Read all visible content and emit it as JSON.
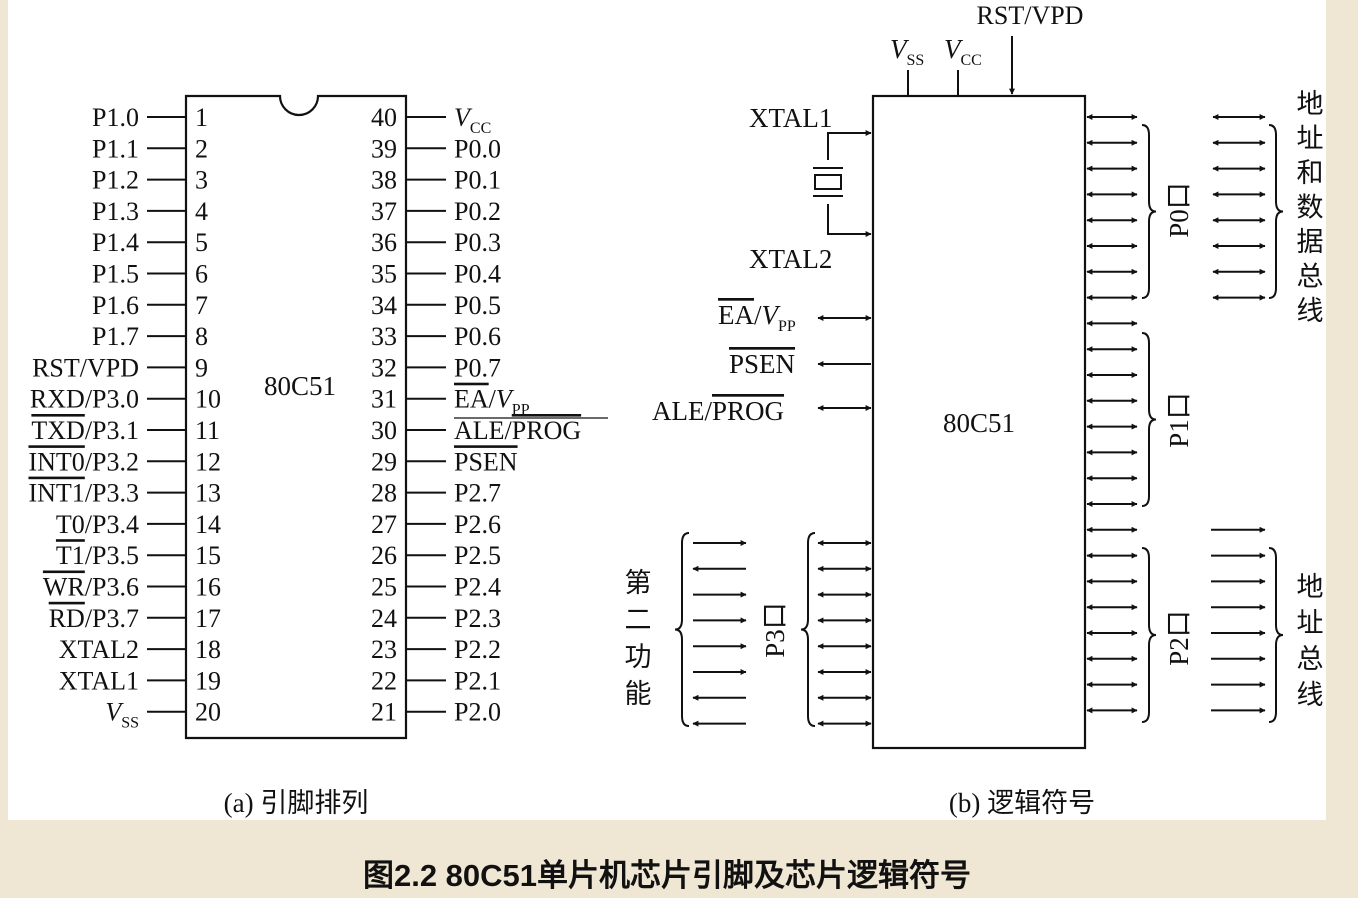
{
  "figure": {
    "title": "图2.2  80C51单片机芯片引脚及芯片逻辑符号",
    "caption_a": "(a) 引脚排列",
    "caption_b": "(b) 逻辑符号"
  },
  "pinout": {
    "chip_label": "80C51",
    "left_pins": [
      {
        "num": "1",
        "name": "P1.0"
      },
      {
        "num": "2",
        "name": "P1.1"
      },
      {
        "num": "3",
        "name": "P1.2"
      },
      {
        "num": "4",
        "name": "P1.3"
      },
      {
        "num": "5",
        "name": "P1.4"
      },
      {
        "num": "6",
        "name": "P1.5"
      },
      {
        "num": "7",
        "name": "P1.6"
      },
      {
        "num": "8",
        "name": "P1.7"
      },
      {
        "num": "9",
        "name": "RST/VPD"
      },
      {
        "num": "10",
        "name": "RXD/P3.0"
      },
      {
        "num": "11",
        "name": "TXD/P3.1",
        "overline": "TXD",
        "rest": "/P3.1"
      },
      {
        "num": "12",
        "name": "INT0/P3.2",
        "overline": "INT0",
        "rest": "/P3.2"
      },
      {
        "num": "13",
        "name": "INT1/P3.3",
        "overline": "INT1",
        "rest": "/P3.3"
      },
      {
        "num": "14",
        "name": "T0/P3.4"
      },
      {
        "num": "15",
        "name": "T1/P3.5",
        "overline": "T1",
        "rest": "/P3.5"
      },
      {
        "num": "16",
        "name": "WR/P3.6",
        "overline": "WR",
        "rest": "/P3.6"
      },
      {
        "num": "17",
        "name": "RD/P3.7",
        "overline": "RD",
        "rest": "/P3.7"
      },
      {
        "num": "18",
        "name": "XTAL2"
      },
      {
        "num": "19",
        "name": "XTAL1"
      },
      {
        "num": "20",
        "name": "Vss",
        "italic": "V",
        "sub": "SS"
      }
    ],
    "right_pins": [
      {
        "num": "40",
        "name": "Vcc",
        "italic": "V",
        "sub": "CC"
      },
      {
        "num": "39",
        "name": "P0.0"
      },
      {
        "num": "38",
        "name": "P0.1"
      },
      {
        "num": "37",
        "name": "P0.2"
      },
      {
        "num": "36",
        "name": "P0.3"
      },
      {
        "num": "35",
        "name": "P0.4"
      },
      {
        "num": "34",
        "name": "P0.5"
      },
      {
        "num": "33",
        "name": "P0.6"
      },
      {
        "num": "32",
        "name": "P0.7"
      },
      {
        "num": "31",
        "name": "EA/Vpp",
        "overline": "EA",
        "rest": "/",
        "italic": "V",
        "sub": "PP"
      },
      {
        "num": "30",
        "name": "ALE/PROG",
        "plain": "ALE/",
        "overline": "PROG"
      },
      {
        "num": "29",
        "name": "PSEN",
        "overline": "PSEN"
      },
      {
        "num": "28",
        "name": "P2.7"
      },
      {
        "num": "27",
        "name": "P2.6"
      },
      {
        "num": "26",
        "name": "P2.5"
      },
      {
        "num": "25",
        "name": "P2.4"
      },
      {
        "num": "24",
        "name": "P2.3"
      },
      {
        "num": "23",
        "name": "P2.2"
      },
      {
        "num": "22",
        "name": "P2.1"
      },
      {
        "num": "21",
        "name": "P2.0"
      }
    ]
  },
  "logic": {
    "chip_label": "80C51",
    "rst": "RST/VPD",
    "vss": {
      "italic": "V",
      "sub": "SS"
    },
    "vcc": {
      "italic": "V",
      "sub": "CC"
    },
    "xtal1": "XTAL1",
    "xtal2": "XTAL2",
    "ea": {
      "overline": "EA",
      "rest": "/",
      "italic": "V",
      "sub": "PP"
    },
    "psen": "PSEN",
    "ale": {
      "plain": "ALE/",
      "overline": "PROG"
    },
    "p0": "P0口",
    "p1": "P1口",
    "p2": "P2口",
    "p3": "P3口",
    "addr_data_bus": [
      "地",
      "址",
      "和",
      "数",
      "据",
      "总",
      "线"
    ],
    "addr_bus": [
      "地",
      "址",
      "总",
      "线"
    ],
    "second_function": [
      "第",
      "二",
      "功",
      "能"
    ]
  }
}
